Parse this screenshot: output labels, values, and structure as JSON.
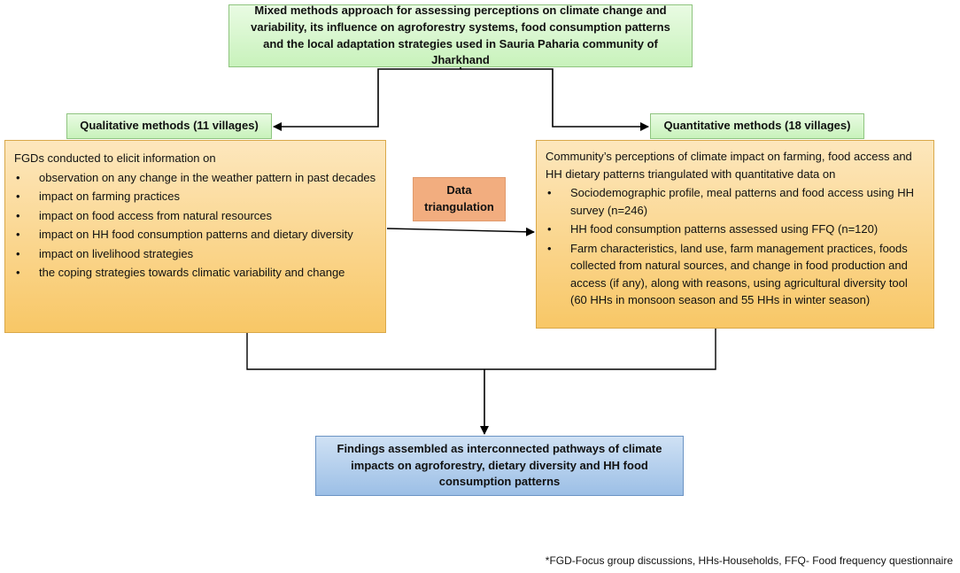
{
  "title": "Mixed methods approach for assessing perceptions on climate change and variability, its influence on agroforestry systems, food consumption patterns and the local adaptation strategies used in Sauria Paharia community of Jharkhand",
  "qualitative": {
    "label": "Qualitative methods (11 villages)",
    "intro": "FGDs conducted to elicit information on",
    "items": [
      "observation on any change in the weather pattern in past decades",
      "impact on farming practices",
      "impact on food access from natural resources",
      "impact on HH food consumption patterns and dietary diversity",
      "impact on livelihood strategies",
      "the coping strategies towards climatic variability and change"
    ]
  },
  "quantitative": {
    "label": "Quantitative methods (18 villages)",
    "intro": "Community’s perceptions of climate impact on farming, food access and HH dietary patterns triangulated with quantitative data on",
    "items": [
      "Sociodemographic profile, meal patterns and food access using HH survey (n=246)",
      "HH food consumption patterns assessed using FFQ (n=120)",
      "Farm characteristics, land use, farm management practices, foods collected from natural sources, and change in food production and access (if any), along with reasons, using agricultural diversity tool (60 HHs in monsoon season and 55 HHs in winter season)"
    ]
  },
  "triangulation": "Data triangulation",
  "findings": "Findings assembled as interconnected pathways of climate impacts on agroforestry, dietary diversity and HH food consumption patterns",
  "footnote": "*FGD-Focus group discussions, HHs-Households, FFQ- Food frequency questionnaire",
  "bullet_glyph": "•"
}
